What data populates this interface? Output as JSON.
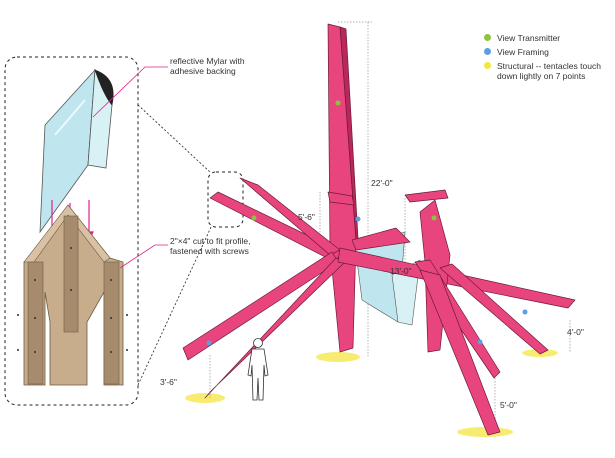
{
  "annotations": {
    "mylar": "reflective Mylar with\nadhesive backing",
    "lumber": "2\"×4\" cut to fit profile,\nfastened with screws"
  },
  "dimensions": {
    "d22": "22'-0\"",
    "d5_6": "5'-6\"",
    "d13": "13'-0\"",
    "d4": "4'-0\"",
    "d3_6": "3'-6\"",
    "d5": "5'-0\""
  },
  "legend": [
    {
      "label": "View Transmitter",
      "color": "#8cc43c"
    },
    {
      "label": "View Framing",
      "color": "#5aa0e0"
    },
    {
      "label": "Structural -- tentacles touch\ndown lightly on 7 points",
      "color": "#f4e642"
    }
  ],
  "colors": {
    "tentacle": "#e8457e",
    "tentacle_dark": "#b8285a",
    "mylar": "#bfe6ee",
    "wood": "#c7ad8c",
    "wood_dark": "#9c8366",
    "callout": "#e0208a"
  }
}
